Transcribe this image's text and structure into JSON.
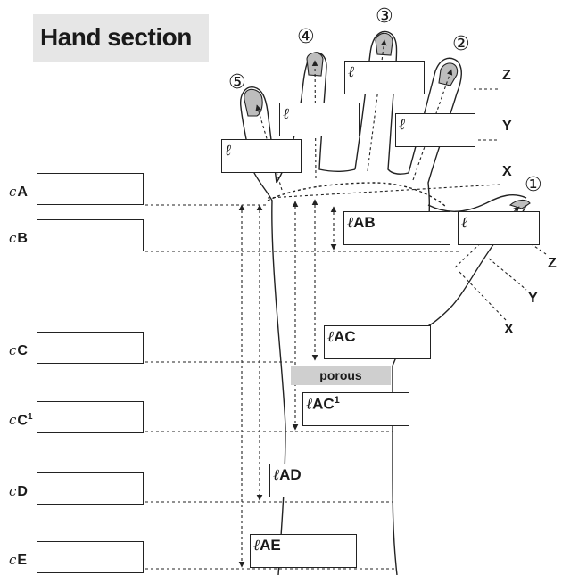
{
  "title": "Hand section",
  "c_labels": [
    {
      "prefix": "c",
      "main": "A",
      "sup": ""
    },
    {
      "prefix": "c",
      "main": "B",
      "sup": ""
    },
    {
      "prefix": "c",
      "main": "C",
      "sup": ""
    },
    {
      "prefix": "c",
      "main": "C",
      "sup": "1"
    },
    {
      "prefix": "c",
      "main": "D",
      "sup": ""
    },
    {
      "prefix": "c",
      "main": "E",
      "sup": ""
    }
  ],
  "l_boxes": [
    {
      "ell": "ℓ",
      "main": "AB",
      "sup": ""
    },
    {
      "ell": "ℓ",
      "main": "AC",
      "sup": ""
    },
    {
      "ell": "ℓ",
      "main": "AC",
      "sup": "1"
    },
    {
      "ell": "ℓ",
      "main": "AD",
      "sup": ""
    },
    {
      "ell": "ℓ",
      "main": "AE",
      "sup": ""
    }
  ],
  "finger_boxes": [
    {
      "ell": "ℓ",
      "finger": "5"
    },
    {
      "ell": "ℓ",
      "finger": "4"
    },
    {
      "ell": "ℓ",
      "finger": "3"
    },
    {
      "ell": "ℓ",
      "finger": "2"
    },
    {
      "ell": "ℓ",
      "finger": "1"
    }
  ],
  "finger_numbers": [
    "①",
    "②",
    "③",
    "④",
    "⑤"
  ],
  "axis_labels": {
    "z": "Z",
    "y": "Y",
    "x": "X"
  },
  "porous_label": "porous",
  "colors": {
    "fingernail": "#bdbdbd",
    "porous_band": "#cfcfcf",
    "title_band": "#e6e6e6"
  }
}
